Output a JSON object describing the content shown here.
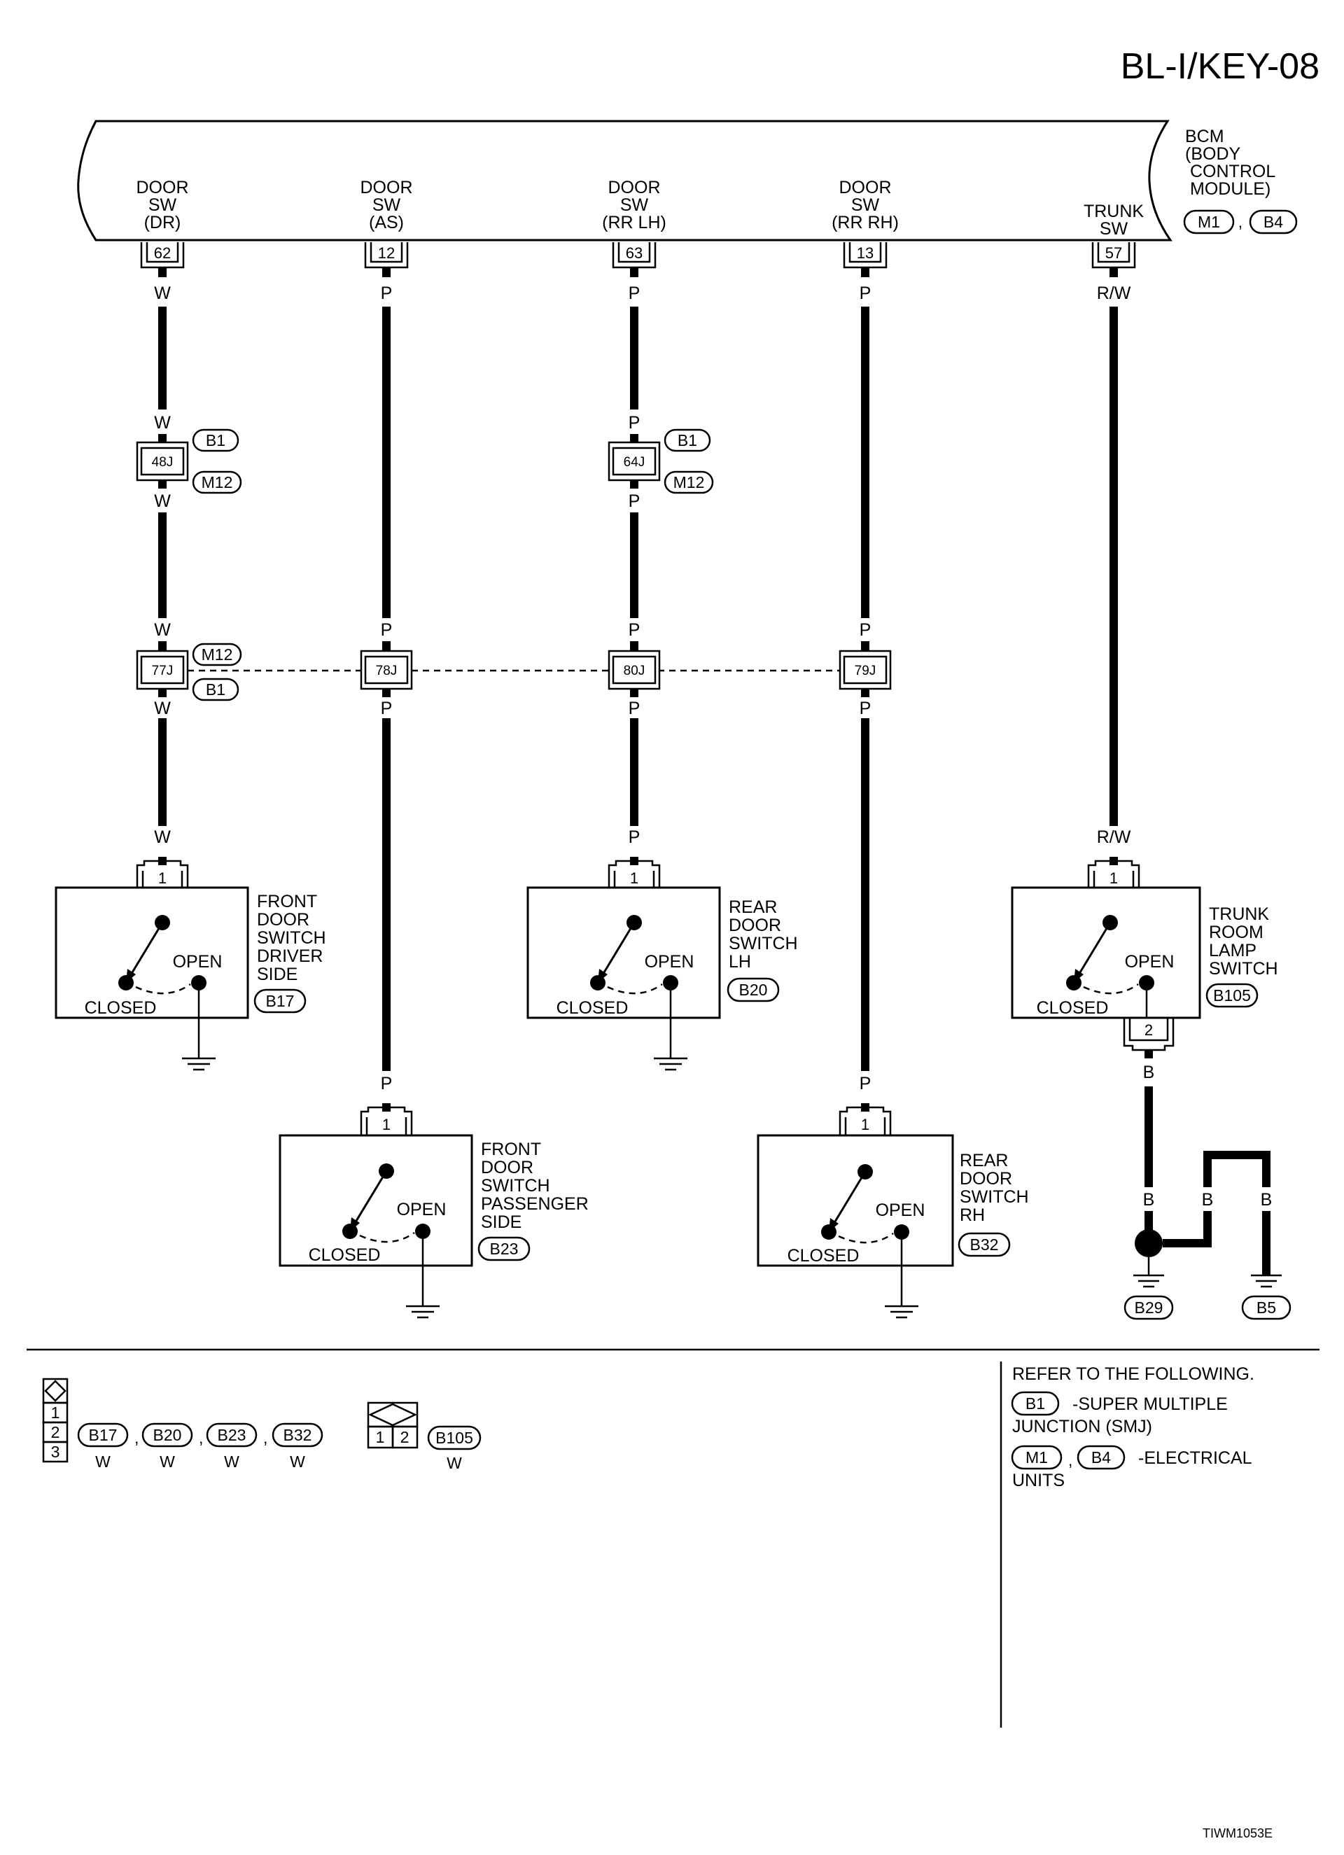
{
  "title": "BL-I/KEY-08",
  "bcm": {
    "label_lines": [
      "BCM",
      "(BODY",
      "CONTROL",
      "MODULE)"
    ],
    "connectors": [
      "M1",
      "B4"
    ],
    "terminals": [
      {
        "lines": [
          "DOOR",
          "SW",
          "(DR)"
        ],
        "pin": "62",
        "wire": "W"
      },
      {
        "lines": [
          "DOOR",
          "SW",
          "(AS)"
        ],
        "pin": "12",
        "wire": "P"
      },
      {
        "lines": [
          "DOOR",
          "SW",
          "(RR LH)"
        ],
        "pin": "63",
        "wire": "P"
      },
      {
        "lines": [
          "DOOR",
          "SW",
          "(RR RH)"
        ],
        "pin": "13",
        "wire": "P"
      },
      {
        "lines": [
          "TRUNK",
          "SW"
        ],
        "pin": "57",
        "wire": "R/W"
      }
    ]
  },
  "junctions": [
    {
      "id": "48J",
      "top_color": "W",
      "bottom_color": "W",
      "conn_a": "B1",
      "conn_b": "M12"
    },
    {
      "id": "64J",
      "top_color": "P",
      "bottom_color": "P",
      "conn_a": "B1",
      "conn_b": "M12"
    },
    {
      "id": "77J",
      "top_color": "W",
      "bottom_color": "W",
      "conn_a": "M12",
      "conn_b": "B1"
    },
    {
      "id": "78J",
      "top_color": "P",
      "bottom_color": "P"
    },
    {
      "id": "80J",
      "top_color": "P",
      "bottom_color": "P"
    },
    {
      "id": "79J",
      "top_color": "P",
      "bottom_color": "P"
    }
  ],
  "switches": [
    {
      "label_lines": [
        "FRONT",
        "DOOR",
        "SWITCH",
        "DRIVER",
        "SIDE"
      ],
      "connector": "B17",
      "pin": "1",
      "wire": "W",
      "open": "OPEN",
      "closed": "CLOSED"
    },
    {
      "label_lines": [
        "FRONT",
        "DOOR",
        "SWITCH",
        "PASSENGER",
        "SIDE"
      ],
      "connector": "B23",
      "pin": "1",
      "wire": "P",
      "open": "OPEN",
      "closed": "CLOSED"
    },
    {
      "label_lines": [
        "REAR",
        "DOOR",
        "SWITCH",
        "LH"
      ],
      "connector": "B20",
      "pin": "1",
      "wire": "P",
      "open": "OPEN",
      "closed": "CLOSED"
    },
    {
      "label_lines": [
        "REAR",
        "DOOR",
        "SWITCH",
        "RH"
      ],
      "connector": "B32",
      "pin": "1",
      "wire": "P",
      "open": "OPEN",
      "closed": "CLOSED"
    },
    {
      "label_lines": [
        "TRUNK",
        "ROOM",
        "LAMP",
        "SWITCH"
      ],
      "connector": "B105",
      "pin": "1",
      "pin2": "2",
      "wire": "R/W",
      "wire2": "B",
      "open": "OPEN",
      "closed": "CLOSED"
    }
  ],
  "grounds": [
    {
      "connector": "B29",
      "wire_top": "B",
      "wire_joint": "B"
    },
    {
      "connector": "B5",
      "wire": "B"
    }
  ],
  "connector_legend": {
    "left": {
      "pins": [
        "1",
        "2",
        "3"
      ],
      "connectors": [
        "B17",
        "B20",
        "B23",
        "B32"
      ],
      "color": "W"
    },
    "right": {
      "pins": [
        "1",
        "2"
      ],
      "connector": "B105",
      "color": "W"
    }
  },
  "refer": {
    "heading": "REFER TO THE FOLLOWING.",
    "smj_connector": "B1",
    "smj_text": "-SUPER MULTIPLE",
    "smj_text2": "JUNCTION (SMJ)",
    "elec_connectors": [
      "M1",
      "B4"
    ],
    "elec_text": "-ELECTRICAL",
    "elec_text2": "UNITS"
  },
  "figure_code": "TIWM1053E"
}
